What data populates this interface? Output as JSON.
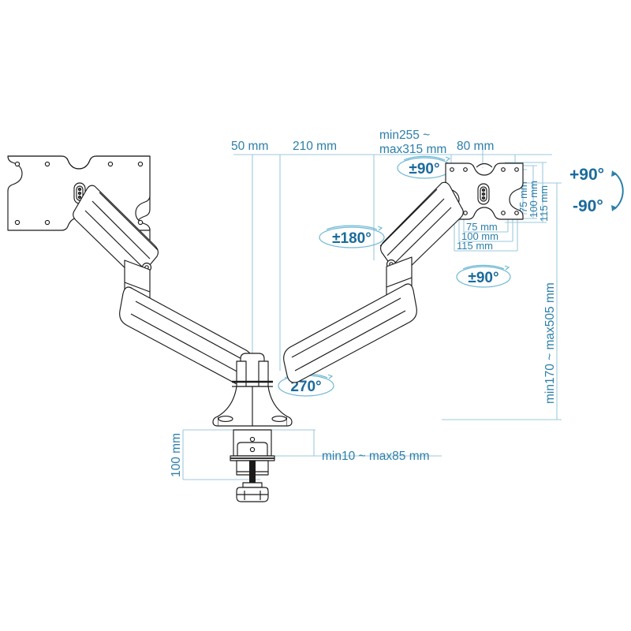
{
  "diagram": {
    "title": "Dual monitor gas-spring desk mount dimension drawing",
    "colors": {
      "dimension_line": "#9dc9dd",
      "dimension_text": "#2c7fa8",
      "angle_text": "#1a6b9c",
      "outline": "#1a1a1a",
      "background": "#ffffff"
    },
    "dimensions": {
      "offset_50": "50 mm",
      "reach_210": "210 mm",
      "extension_min_max": "min255 ~\nmax315 mm",
      "extension_line1": "min255 ~",
      "extension_line2": "max315 mm",
      "plate_top_80": "80 mm",
      "vesa_v_75": "75 mm",
      "vesa_v_100": "100 mm",
      "vesa_v_115": "115 mm",
      "vesa_h_75": "75 mm",
      "vesa_h_100": "100 mm",
      "vesa_h_115": "115 mm",
      "height_range": "min170 ~ max505 mm",
      "clamp_total_100": "100 mm",
      "desk_thickness": "min10 ~ max85 mm"
    },
    "angles": {
      "tilt_plate": "±90°",
      "swivel_arm": "±180°",
      "rotate_joint": "±90°",
      "base_rotation": "270°",
      "pan_up": "+90°",
      "pan_down": "-90°"
    }
  }
}
